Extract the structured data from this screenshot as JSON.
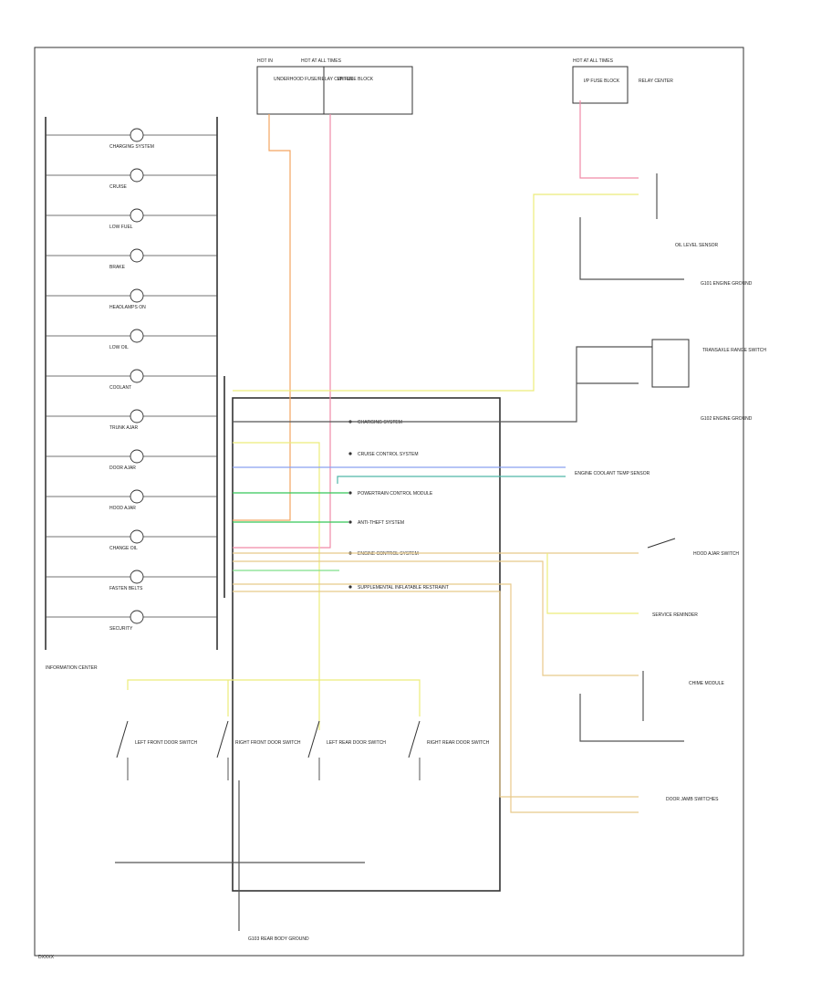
{
  "title": "",
  "labels": {
    "cluster_name": "INFORMATION CENTER",
    "page_ref": "DXXXX",
    "fuse_left_head": "HOT IN",
    "fuse_mid_head": "HOT AT ALL TIMES",
    "fuse_right_head": "HOT AT ALL TIMES",
    "fuse_left_body": "UNDERHOOD FUSE/RELAY CENTER",
    "fuse_mid_body": "I/P FUSE BLOCK",
    "fuse_right_body": "I/P FUSE BLOCK",
    "right_hot_title": "RELAY CENTER",
    "oil_level_sensor": "OIL LEVEL SENSOR",
    "ground_g1": "G101 ENGINE GROUND",
    "ground_g2": "G102 ENGINE GROUND",
    "ground_g3": "G103 REAR BODY GROUND",
    "transaxle_switch": "TRANSAXLE RANGE SWITCH",
    "coolant_sensor": "ENGINE COOLANT TEMP SENSOR",
    "hood_switch": "HOOD AJAR SWITCH",
    "service_reminder": "SERVICE REMINDER",
    "chime_module": "CHIME MODULE",
    "door_switch_block": "DOOR JAMB SWITCHES"
  },
  "indicators": [
    {
      "name": "CHARGING SYSTEM"
    },
    {
      "name": "CRUISE"
    },
    {
      "name": "LOW FUEL"
    },
    {
      "name": "BRAKE"
    },
    {
      "name": "HEADLAMPS ON"
    },
    {
      "name": "LOW OIL"
    },
    {
      "name": "COOLANT"
    },
    {
      "name": "TRUNK AJAR"
    },
    {
      "name": "DOOR AJAR"
    },
    {
      "name": "HOOD AJAR"
    },
    {
      "name": "CHANGE OIL"
    },
    {
      "name": "FASTEN BELTS"
    },
    {
      "name": "SECURITY"
    }
  ],
  "systems": [
    "CHARGING SYSTEM",
    "CRUISE CONTROL SYSTEM",
    "POWERTRAIN CONTROL MODULE",
    "ANTI-THEFT SYSTEM",
    "ENGINE CONTROL SYSTEM",
    "SUPPLEMENTAL INFLATABLE RESTRAINT"
  ],
  "door_switches": [
    {
      "name": "LEFT FRONT DOOR SWITCH"
    },
    {
      "name": "RIGHT FRONT DOOR SWITCH"
    },
    {
      "name": "LEFT REAR DOOR SWITCH"
    },
    {
      "name": "RIGHT REAR DOOR SWITCH"
    }
  ],
  "wire_colors": {
    "orange": "#f4a561",
    "pink": "#f08aa8",
    "yellow": "#ecec7a",
    "tan": "#e8c98a",
    "blue": "#8aa0f0",
    "green": "#34c759",
    "teal": "#4fb6a8",
    "lightgreen": "#7fe08a",
    "gray": "#555555"
  }
}
